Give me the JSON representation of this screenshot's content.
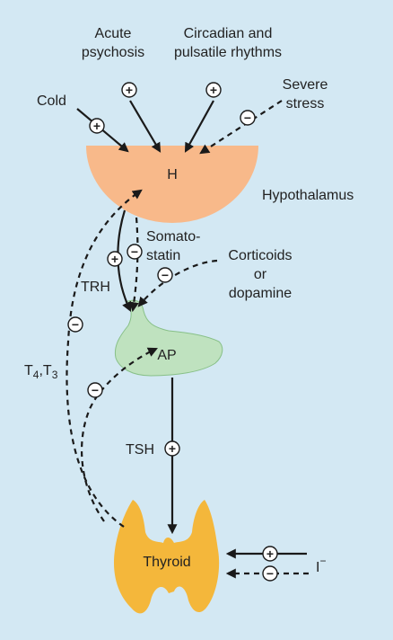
{
  "background": "#d3e8f3",
  "colors": {
    "hypothalamus_fill": "#f8b98a",
    "pituitary_fill": "#bfe2bf",
    "thyroid_fill": "#f4b73b",
    "line": "#1a1a1a"
  },
  "labels": {
    "acute_psychosis": [
      "Acute",
      "psychosis"
    ],
    "circadian": [
      "Circadian and",
      "pulsatile rhythms"
    ],
    "cold": "Cold",
    "severe_stress": [
      "Severe",
      "stress"
    ],
    "hypothalamus_letter": "H",
    "hypothalamus": "Hypothalamus",
    "somatostatin": [
      "Somato-",
      "statin"
    ],
    "corticoids": [
      "Corticoids",
      "or",
      "dopamine"
    ],
    "trh": "TRH",
    "t4t3": [
      "T",
      "4",
      ",T",
      "3"
    ],
    "ap": "AP",
    "tsh": "TSH",
    "thyroid": "Thyroid",
    "iodide": "I",
    "iodide_sup": "−"
  },
  "signs": {
    "plus": "+",
    "minus": "−"
  }
}
